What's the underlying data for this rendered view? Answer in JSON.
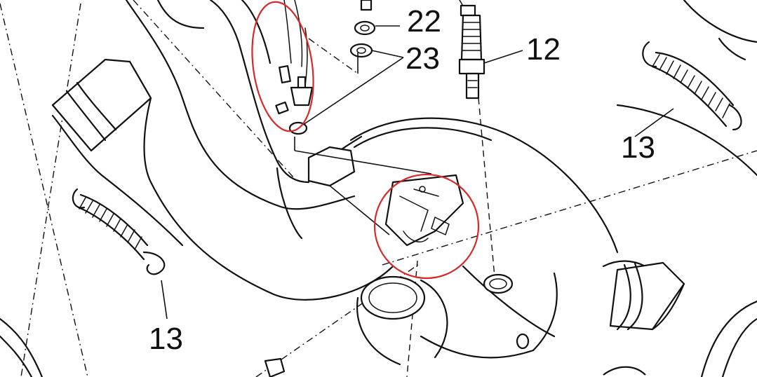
{
  "callouts": {
    "c22": "22",
    "c23": "23",
    "c12": "12",
    "c13_right": "13",
    "c13_left": "13"
  },
  "highlight_color": "#d62a2a",
  "colors": {
    "line": "#111111",
    "background": "#ffffff"
  }
}
